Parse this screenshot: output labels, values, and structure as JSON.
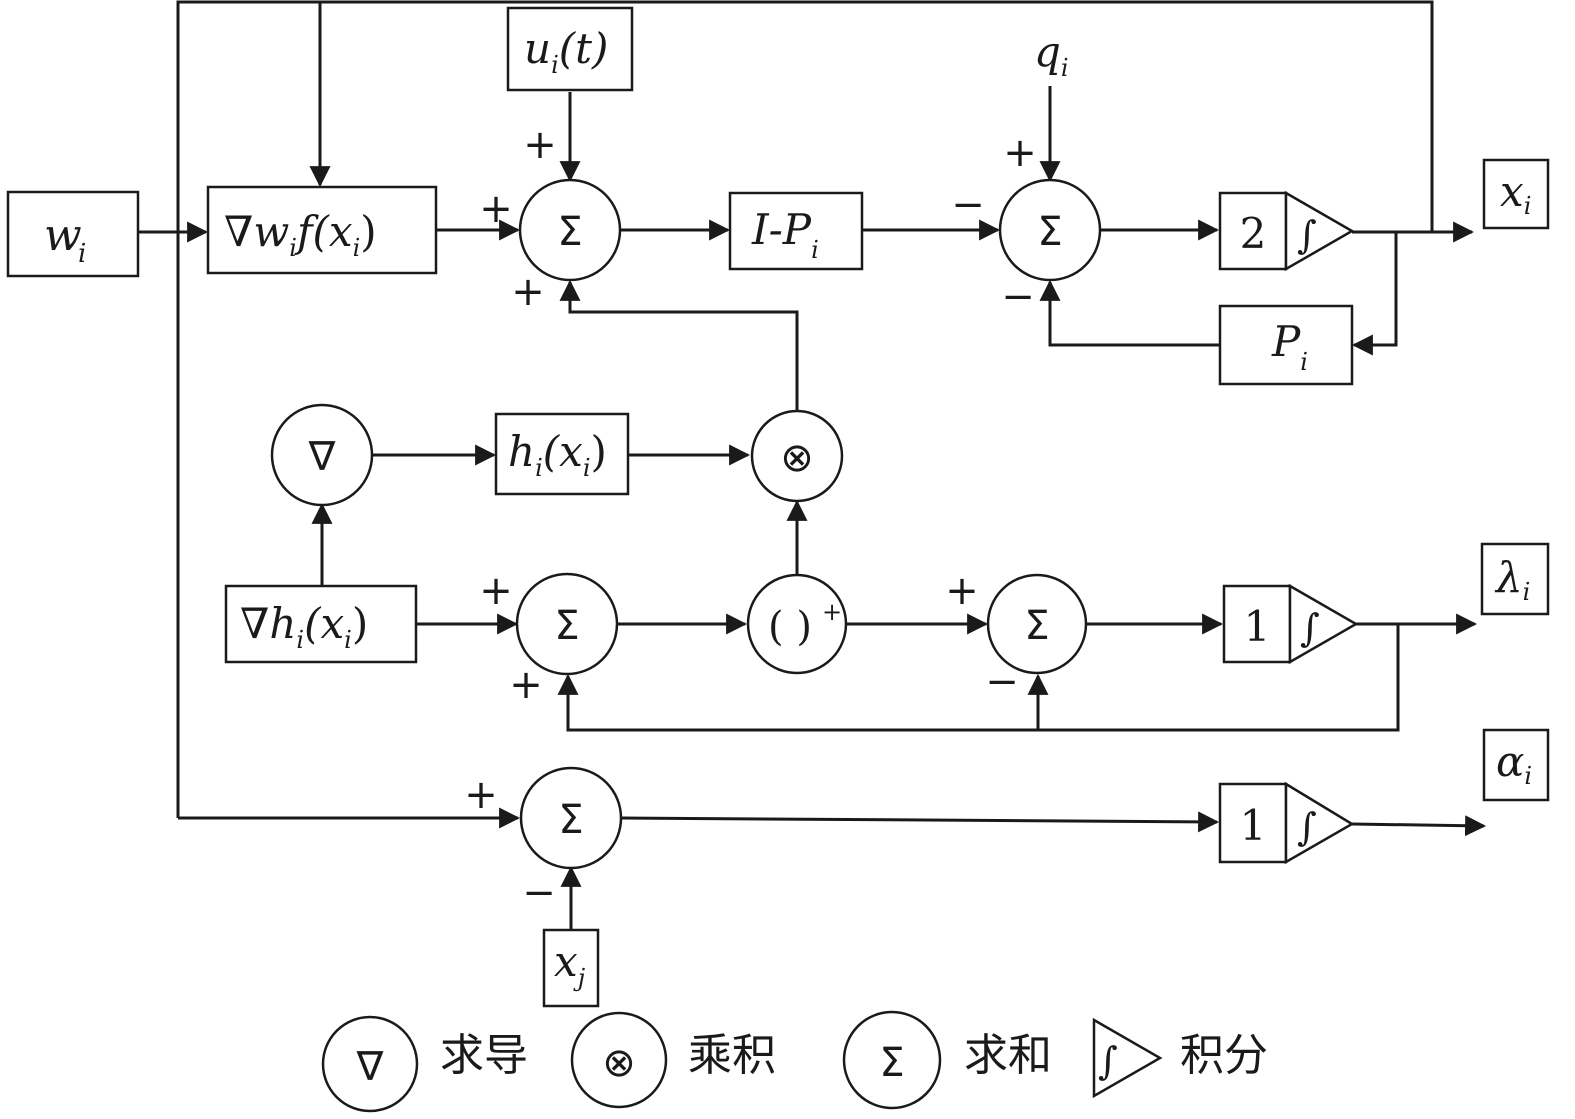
{
  "blocks": {
    "w_input": {
      "base": "w",
      "sub": "i"
    },
    "grad_wf": {
      "pre": "∇",
      "base": "w",
      "sub": "i",
      "post": "f(x",
      "sub2": "i",
      "close": ")"
    },
    "u_input": {
      "base": "u",
      "sub": "i",
      "post": "(t)"
    },
    "i_minus_p": {
      "pre": "I-",
      "base": "P",
      "sub": "i"
    },
    "q_input": {
      "base": "q",
      "sub": "i"
    },
    "p_feedback": {
      "base": "P",
      "sub": "i"
    },
    "h_fn": {
      "base": "h",
      "sub": "i",
      "post": "(x",
      "sub2": "i",
      "close": ")"
    },
    "grad_h": {
      "pre": "∇",
      "base": "h",
      "sub": "i",
      "post": "(x",
      "sub2": "i",
      "close": ")"
    },
    "x_j": {
      "base": "x",
      "sub": "j"
    }
  },
  "integrators": {
    "gain_x": "2",
    "gain_lambda": "1",
    "gain_alpha": "1",
    "integral_symbol": "∫"
  },
  "operators": {
    "sum": "Σ",
    "grad": "∇",
    "product": "⊗",
    "proj_open": "(  )",
    "proj_sup": "+"
  },
  "signs": {
    "plus": "+",
    "minus": "−"
  },
  "outputs": {
    "x": {
      "base": "x",
      "sub": "i"
    },
    "lambda": {
      "base": "λ",
      "sub": "i"
    },
    "alpha": {
      "base": "α",
      "sub": "i"
    }
  },
  "legend": {
    "grad_label": "求导",
    "product_label": "乘积",
    "sum_label": "求和",
    "integral_label": "积分"
  }
}
